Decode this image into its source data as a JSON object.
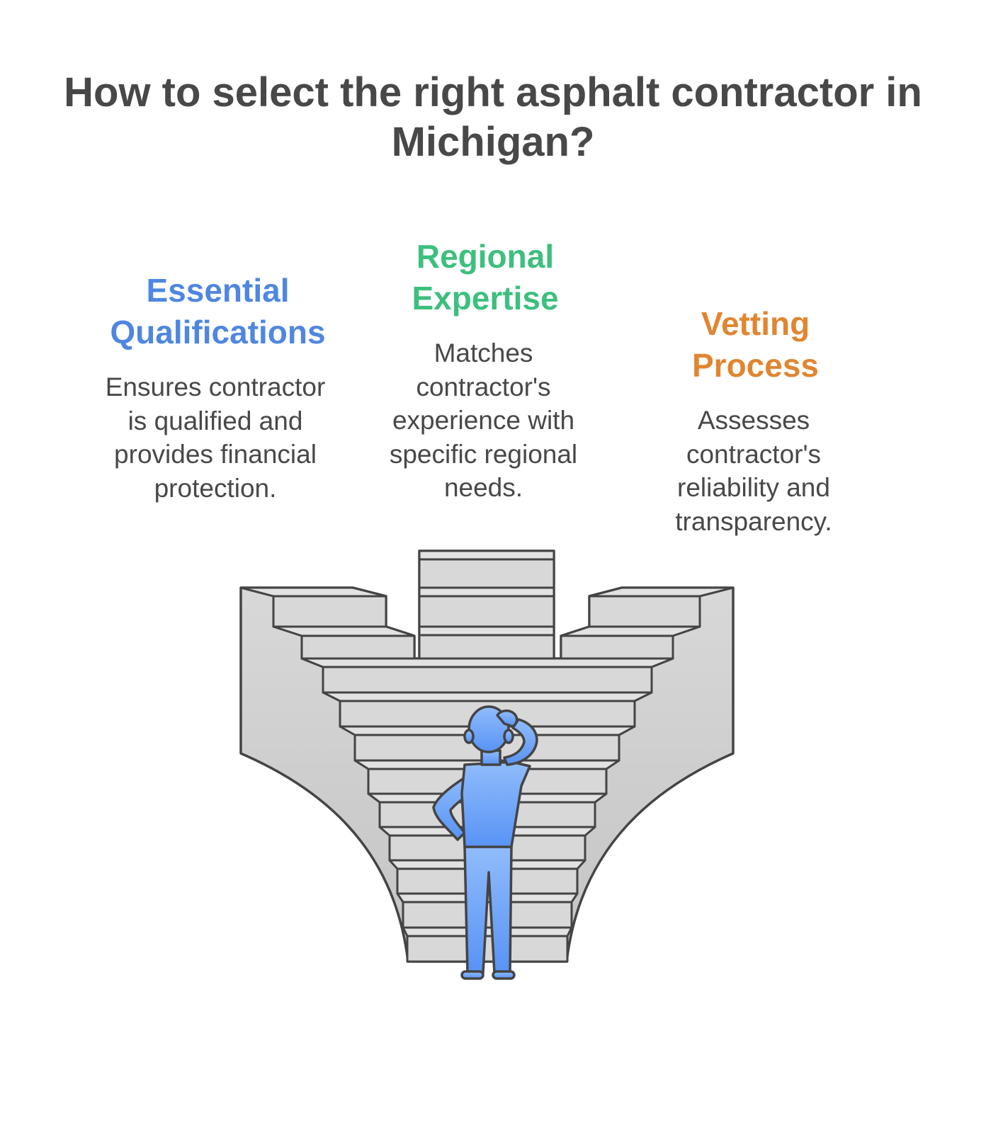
{
  "title": "How to select the right asphalt contractor in Michigan?",
  "options": [
    {
      "heading": "Essential Qualifications",
      "description": "Ensures contractor is qualified and provides financial protection.",
      "color": "#4f87e0"
    },
    {
      "heading": "Regional Expertise",
      "description": "Matches contractor's experience with specific regional needs.",
      "color": "#3dbf7e"
    },
    {
      "heading": "Vetting Process",
      "description": "Assesses contractor's reliability and transparency.",
      "color": "#e08631"
    }
  ],
  "colors": {
    "stone_fill": "#d2d2d2",
    "stone_stroke": "#444444",
    "person_light": "#8fbcfb",
    "person_dark": "#5a95f5"
  }
}
